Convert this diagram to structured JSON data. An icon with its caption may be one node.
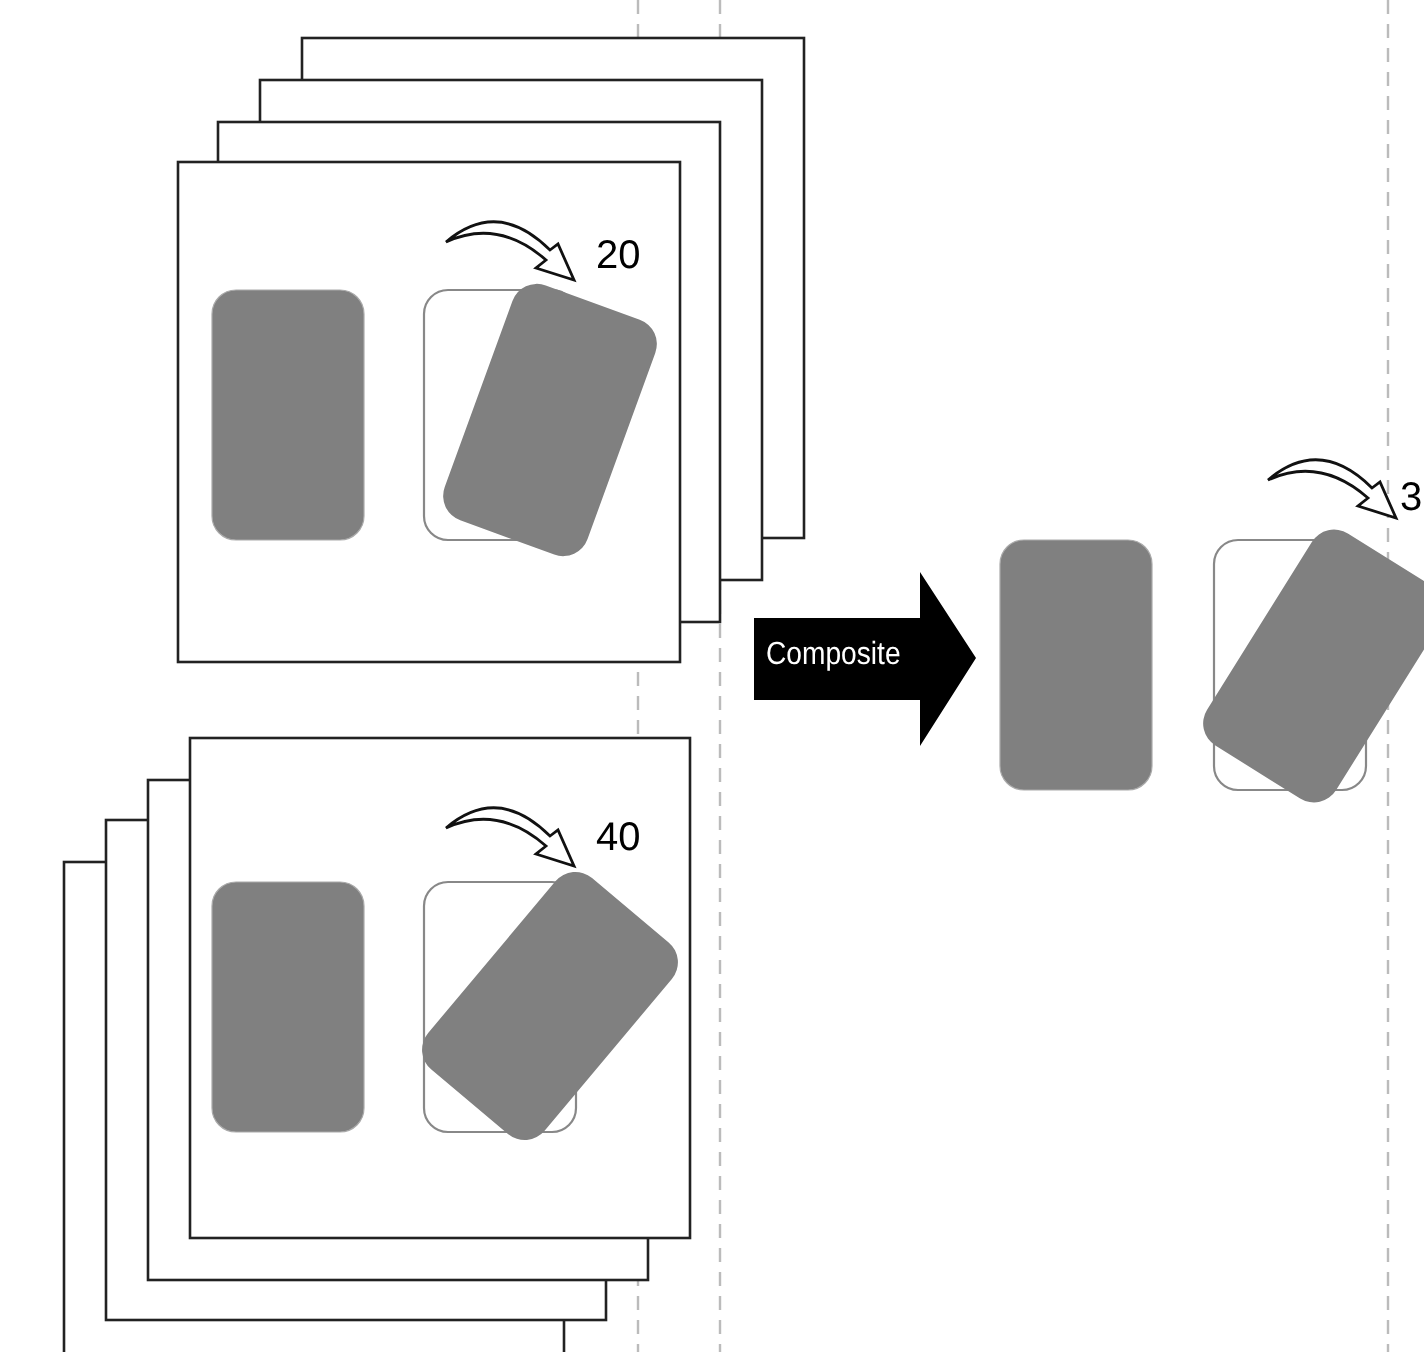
{
  "diagram": {
    "labels": [
      "20",
      "40",
      "Composite",
      "3"
    ]
  }
}
